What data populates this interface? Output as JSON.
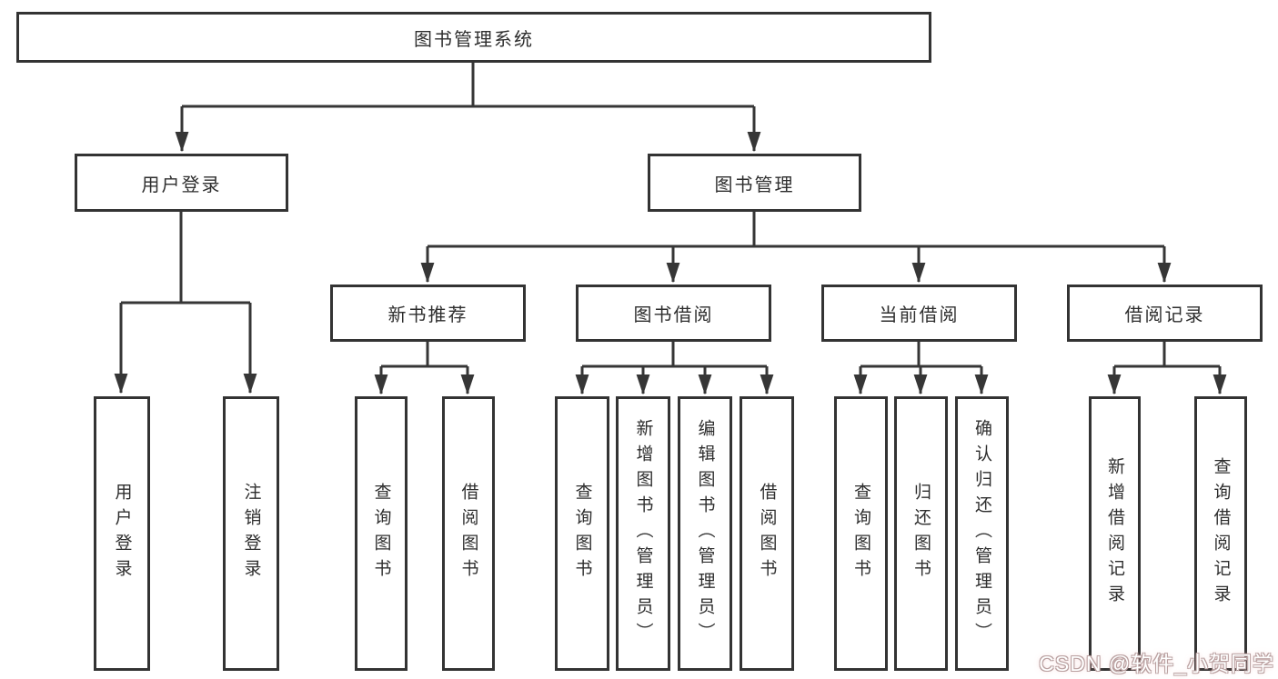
{
  "diagram": {
    "root": {
      "label": "图书管理系统"
    },
    "branches": [
      {
        "label": "用户登录",
        "children": [
          {
            "label": "用户登录"
          },
          {
            "label": "注销登录"
          }
        ]
      },
      {
        "label": "图书管理",
        "children": [
          {
            "label": "新书推荐",
            "children": [
              {
                "label": "查询图书"
              },
              {
                "label": "借阅图书"
              }
            ]
          },
          {
            "label": "图书借阅",
            "children": [
              {
                "label": "查询图书"
              },
              {
                "label": "新增图书（管理员）"
              },
              {
                "label": "编辑图书（管理员）"
              },
              {
                "label": "借阅图书"
              }
            ]
          },
          {
            "label": "当前借阅",
            "children": [
              {
                "label": "查询图书"
              },
              {
                "label": "归还图书"
              },
              {
                "label": "确认归还（管理员）"
              }
            ]
          },
          {
            "label": "借阅记录",
            "children": [
              {
                "label": "新增借阅记录"
              },
              {
                "label": "查询借阅记录"
              }
            ]
          }
        ]
      }
    ]
  },
  "watermark": {
    "text": "CSDN @软件_小贺同学"
  },
  "colors": {
    "line": "#363636",
    "box_border": "#333333",
    "text": "#2e2e2e",
    "background": "#ffffff",
    "watermark_outline": "#b9a0a0"
  }
}
